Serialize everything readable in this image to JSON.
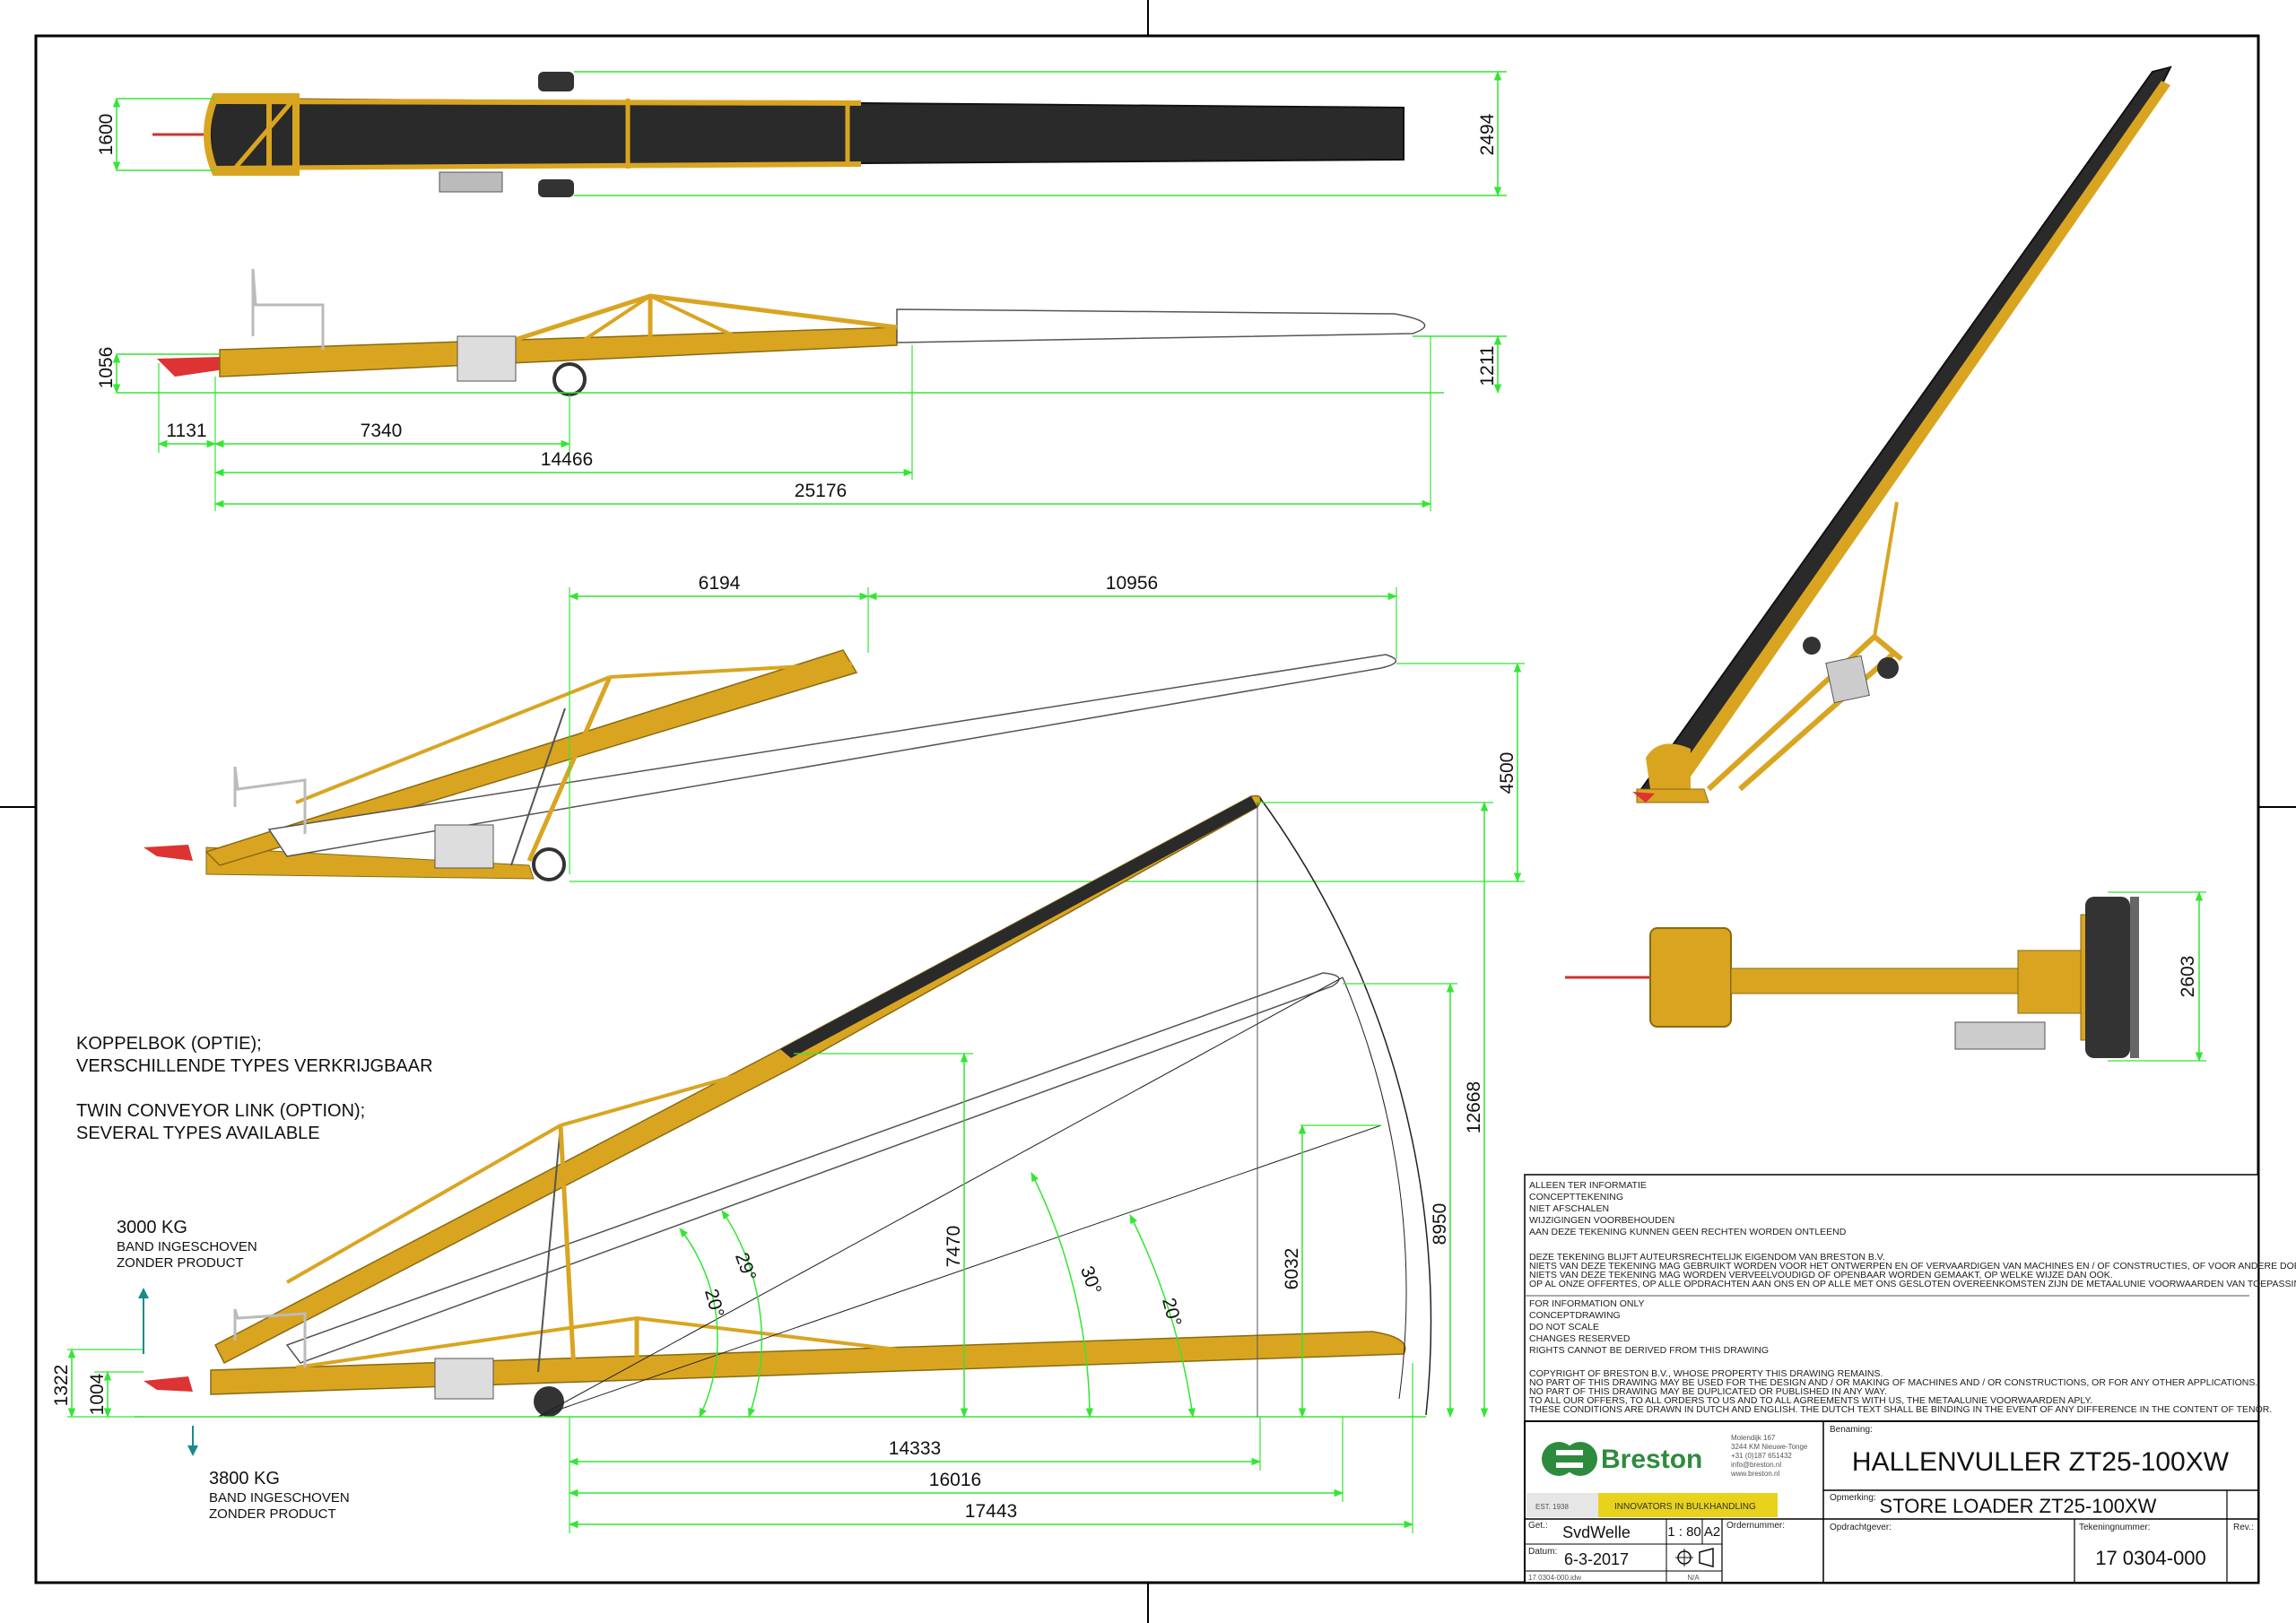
{
  "colors": {
    "frame": "#000000",
    "dimension": "#33e633",
    "machine_yellow": "#d9a521",
    "belt_dark": "#2a2a2a",
    "brand_green": "#2e8b3d",
    "band_yellow": "#e8d21c"
  },
  "top_view": {
    "dims": {
      "width": "1600",
      "overall_width": "2494"
    }
  },
  "side_view": {
    "dims": {
      "hitch_height": "1056",
      "end_height": "1211",
      "d1": "1131",
      "d2": "7340",
      "d3": "14466",
      "d4": "25176"
    }
  },
  "raised_view": {
    "dims": {
      "h1": "6194",
      "h2": "10956",
      "v1": "4500"
    }
  },
  "range_view": {
    "dims": {
      "base_low": "1322",
      "base_mid": "1004",
      "v_7470": "7470",
      "v_12668": "12668",
      "v_8950": "8950",
      "v_6032": "6032",
      "h_14333": "14333",
      "h_16016": "16016",
      "h_17443": "17443"
    },
    "angles": {
      "a1": "20°",
      "a2": "29°",
      "a3": "30°",
      "a4": "20°"
    }
  },
  "end_view": {
    "dims": {
      "height": "2603"
    }
  },
  "notes": {
    "koppelbok_nl_1": "KOPPELBOK (OPTIE);",
    "koppelbok_nl_2": "VERSCHILLENDE TYPES VERKRIJGBAAR",
    "koppelbok_en_1": "TWIN CONVEYOR LINK (OPTION);",
    "koppelbok_en_2": "SEVERAL TYPES AVAILABLE",
    "weight_top": "3000 KG",
    "weight_top_l1": "BAND INGESCHOVEN",
    "weight_top_l2": "ZONDER PRODUCT",
    "weight_bottom": "3800 KG",
    "weight_bottom_l1": "BAND INGESCHOVEN",
    "weight_bottom_l2": "ZONDER PRODUCT"
  },
  "disclaimer": {
    "nl": [
      "ALLEEN TER INFORMATIE",
      "CONCEPTTEKENING",
      "NIET AFSCHALEN",
      "WIJZIGINGEN VOORBEHOUDEN",
      "AAN DEZE TEKENING KUNNEN GEEN RECHTEN WORDEN ONTLEEND"
    ],
    "nl_legal": [
      "DEZE TEKENING BLIJFT AUTEURSRECHTELIJK EIGENDOM VAN BRESTON B.V.",
      "NIETS VAN DEZE TEKENING MAG GEBRUIKT WORDEN VOOR HET ONTWERPEN EN OF VERVAARDIGEN VAN MACHINES EN / OF CONSTRUCTIES, OF VOOR ANDERE DOELEINDEN.",
      "NIETS VAN DEZE TEKENING MAG WORDEN VERVEELVOUDIGD OF OPENBAAR WORDEN GEMAAKT, OP WELKE WIJZE DAN OOK.",
      "OP AL ONZE OFFERTES, OP ALLE OPDRACHTEN AAN ONS EN OP ALLE MET ONS GESLOTEN OVEREENKOMSTEN ZIJN DE METAALUNIE VOORWAARDEN VAN TOEPASSING"
    ],
    "en": [
      "FOR INFORMATION ONLY",
      "CONCEPTDRAWING",
      "DO NOT SCALE",
      "CHANGES RESERVED",
      "RIGHTS CANNOT BE DERIVED FROM THIS DRAWING"
    ],
    "en_legal": [
      "COPYRIGHT OF BRESTON B.V., WHOSE PROPERTY THIS DRAWING REMAINS.",
      "NO PART OF THIS DRAWING MAY BE USED FOR THE DESIGN AND / OR MAKING OF MACHINES AND / OR CONSTRUCTIONS, OR FOR ANY OTHER APPLICATIONS.",
      "NO PART OF THIS DRAWING MAY BE DUPLICATED OR PUBLISHED IN ANY WAY.",
      "TO ALL OUR OFFERS, TO ALL ORDERS TO US AND TO ALL AGREEMENTS WITH US, THE METAALUNIE VOORWAARDEN APLY.",
      "THESE CONDITIONS ARE DRAWN IN DUTCH AND ENGLISH. THE DUTCH TEXT SHALL BE BINDING IN THE EVENT OF ANY DIFFERENCE IN THE CONTENT OF TENOR."
    ]
  },
  "title_block": {
    "brand": "Breston",
    "address": [
      "Molendijk 167",
      "3244 KM Nieuwe-Tonge",
      "+31 (0)187 651432",
      "info@breston.nl",
      "www.breston.nl"
    ],
    "est": "EST. 1938",
    "slogan": "INNOVATORS IN BULKHANDLING",
    "benaming_label": "Benaming:",
    "benaming": "HALLENVULLER ZT25-100XW",
    "opmerking_label": "Opmerking:",
    "opmerking": "STORE LOADER ZT25-100XW",
    "get_label": "Get.:",
    "get": "SvdWelle",
    "scale": "1 : 80",
    "paper": "A2",
    "ordernummer_label": "Ordernummer:",
    "opdrachtgever_label": "Opdrachtgever:",
    "tekeningnummer_label": "Tekeningnummer:",
    "tekeningnummer": "17 0304-000",
    "rev_label": "Rev.:",
    "datum_label": "Datum:",
    "datum": "6-3-2017",
    "file": "17 0304-000.idw",
    "na": "N/A"
  }
}
